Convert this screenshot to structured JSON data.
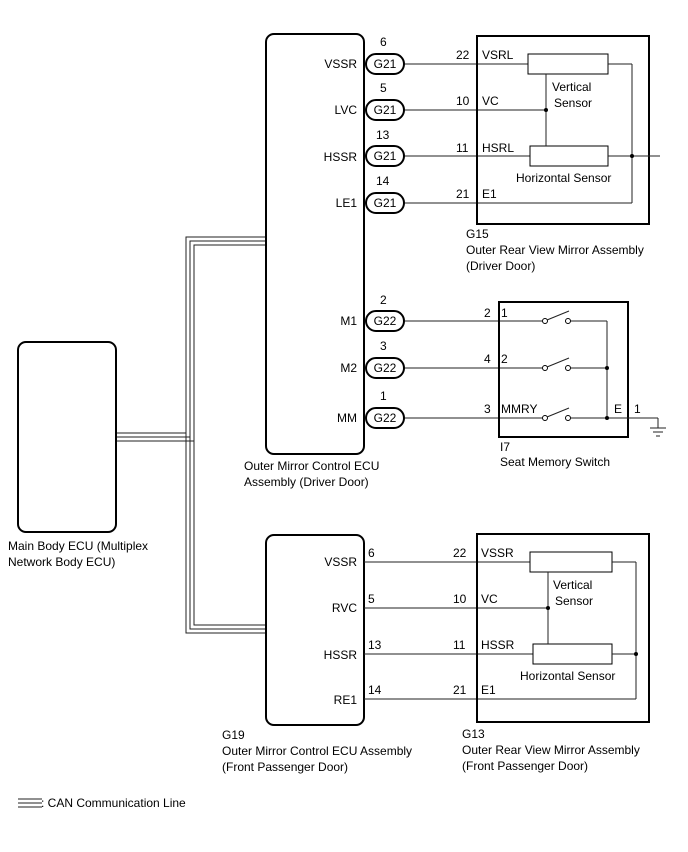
{
  "boxes": {
    "main_body_ecu": "Main Body ECU (Multiplex",
    "main_body_ecu_2": "Network Body ECU)",
    "driver_ecu": "Outer Mirror Control ECU",
    "driver_ecu_2": "Assembly (Driver Door)",
    "g15_code": "G15",
    "g15_name": "Outer Rear View Mirror Assembly",
    "g15_name_2": "(Driver Door)",
    "i7_code": "I7",
    "i7_name": "Seat Memory Switch",
    "g19_code": "G19",
    "g19_name": "Outer Mirror Control ECU Assembly",
    "g19_name_2": "(Front Passenger Door)",
    "g13_code": "G13",
    "g13_name": "Outer Rear View Mirror Assembly",
    "g13_name_2": "(Front Passenger Door)"
  },
  "driver_pins": [
    {
      "name": "VSSR",
      "pin": "6",
      "connector": "G21"
    },
    {
      "name": "LVC",
      "pin": "5",
      "connector": "G21"
    },
    {
      "name": "HSSR",
      "pin": "13",
      "connector": "G21"
    },
    {
      "name": "LE1",
      "pin": "14",
      "connector": "G21"
    },
    {
      "name": "M1",
      "pin": "2",
      "connector": "G22"
    },
    {
      "name": "M2",
      "pin": "3",
      "connector": "G22"
    },
    {
      "name": "MM",
      "pin": "1",
      "connector": "G22"
    }
  ],
  "g15_pins": [
    {
      "pin": "22",
      "name": "VSRL"
    },
    {
      "pin": "10",
      "name": "VC"
    },
    {
      "pin": "11",
      "name": "HSRL"
    },
    {
      "pin": "21",
      "name": "E1"
    }
  ],
  "g15_sensors": {
    "vertical": "Vertical",
    "vertical_2": "Sensor",
    "horizontal": "Horizontal Sensor"
  },
  "i7_pins": [
    {
      "pin": "2",
      "name": "1"
    },
    {
      "pin": "4",
      "name": "2"
    },
    {
      "pin": "3",
      "name": "MMRY"
    }
  ],
  "i7_ground": {
    "name": "E",
    "pin": "1"
  },
  "passenger_pins": [
    {
      "name": "VSSR",
      "pin": "6"
    },
    {
      "name": "RVC",
      "pin": "5"
    },
    {
      "name": "HSSR",
      "pin": "13"
    },
    {
      "name": "RE1",
      "pin": "14"
    }
  ],
  "g13_pins": [
    {
      "pin": "22",
      "name": "VSSR"
    },
    {
      "pin": "10",
      "name": "VC"
    },
    {
      "pin": "11",
      "name": "HSSR"
    },
    {
      "pin": "21",
      "name": "E1"
    }
  ],
  "g13_sensors": {
    "vertical": "Vertical",
    "vertical_2": "Sensor",
    "horizontal": "Horizontal Sensor"
  },
  "legend": {
    "label": ": CAN Communication Line"
  }
}
